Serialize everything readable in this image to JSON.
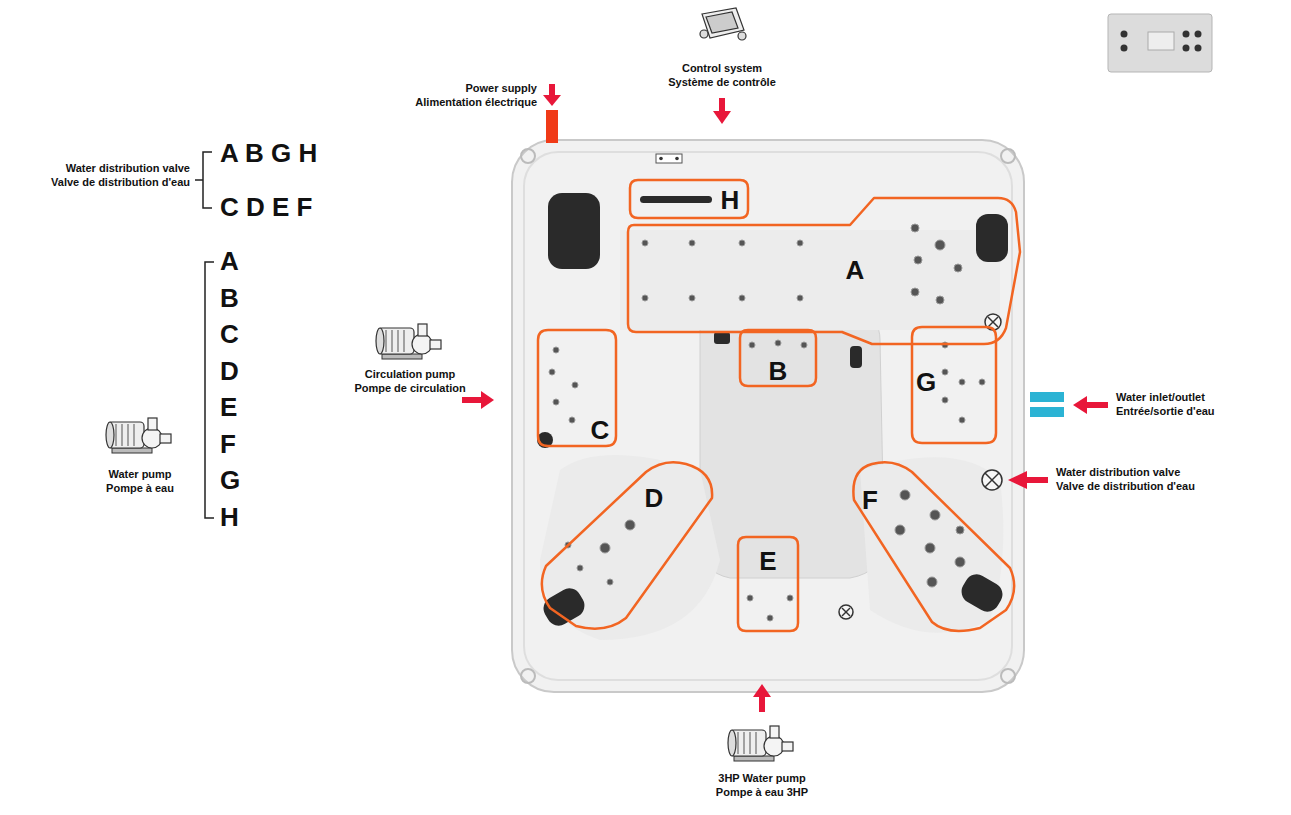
{
  "diagram": {
    "nodes": [
      {
        "text": [
          "H"
        ]
      },
      {
        "text": [
          "A"
        ]
      },
      {
        "text": [
          "B"
        ]
      },
      {
        "text": [
          "C"
        ]
      },
      {
        "text": [
          "G"
        ]
      },
      {
        "text": [
          "D"
        ]
      },
      {
        "text": [
          "E"
        ]
      },
      {
        "text": [
          "F"
        ]
      }
    ],
    "labels": [
      "Power supply",
      "Alimentation électrique",
      "Control system",
      "Système de contrôle",
      "Water distribution valve",
      "Valve de distribution d'eau",
      "A B G H",
      "C D E F",
      "A",
      "B",
      "C",
      "D",
      "E",
      "F",
      "G",
      "H",
      "Water pump",
      "Pompe à eau",
      "Circulation pump",
      "Pompe de circulation",
      "Water inlet/outlet",
      "Entrée/sortie d'eau",
      "Water distribution valve",
      "Valve de distribution d'eau",
      "3HP Water pump",
      "Pompe à eau 3HP"
    ]
  }
}
